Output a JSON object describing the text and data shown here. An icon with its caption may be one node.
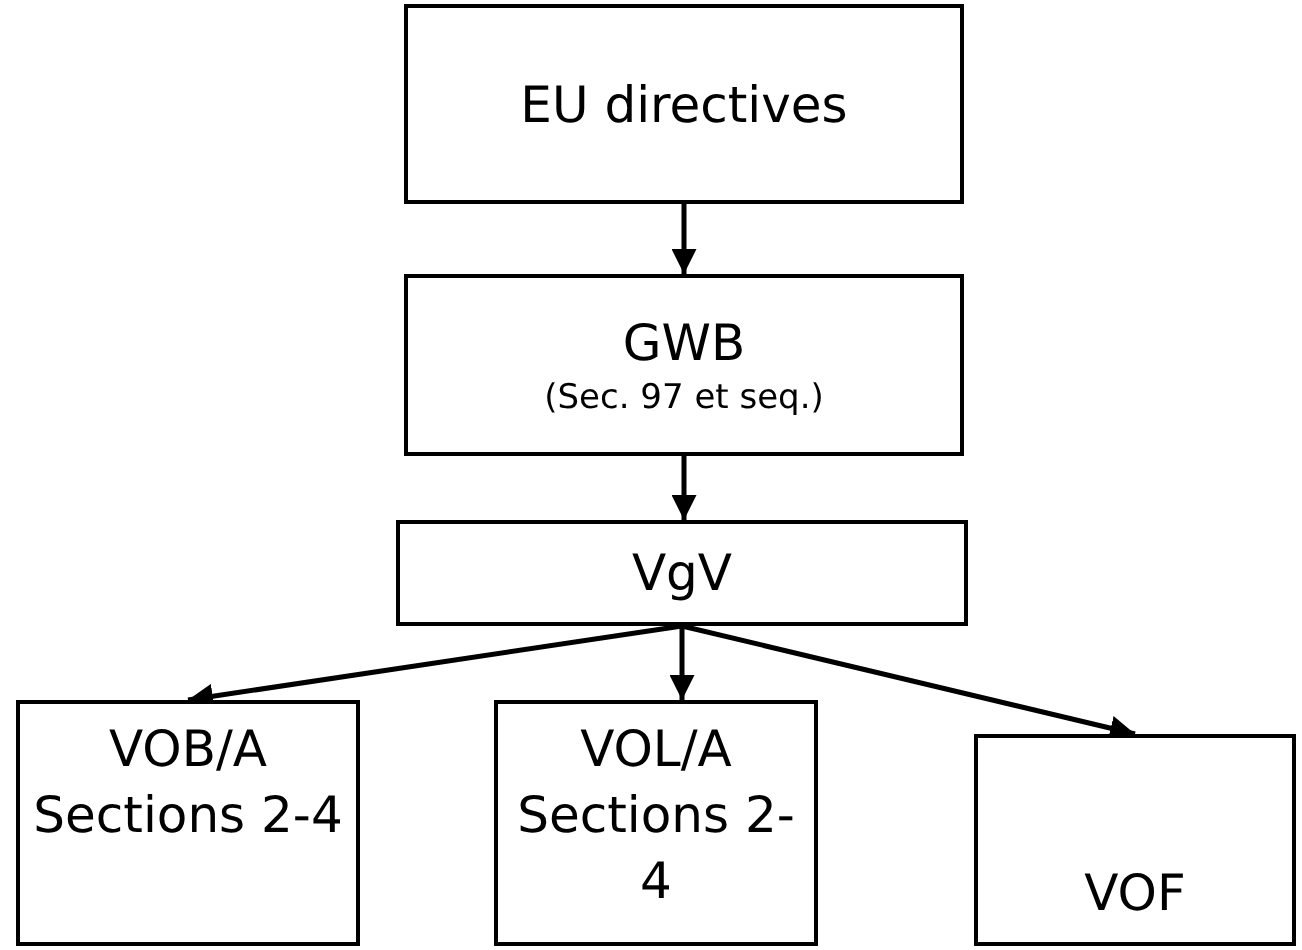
{
  "diagram": {
    "nodes": [
      {
        "text": [
          "EU directives"
        ]
      },
      {
        "text": [
          "GWB",
          "(Sec. 97 et seq.)"
        ]
      },
      {
        "text": [
          "VgV"
        ]
      },
      {
        "text": [
          "VOB/A Sections 2-4"
        ]
      },
      {
        "text": [
          "VOL/A Sections 2-4"
        ]
      },
      {
        "text": [
          "VOF"
        ]
      }
    ],
    "edges": [
      {
        "from": 0,
        "to": 1,
        "arrow": "to"
      },
      {
        "from": 1,
        "to": 2,
        "arrow": "to"
      },
      {
        "from": 2,
        "to": 3,
        "arrow": "to"
      },
      {
        "from": 2,
        "to": 4,
        "arrow": "to"
      },
      {
        "from": 2,
        "to": 5,
        "arrow": "to"
      }
    ]
  }
}
